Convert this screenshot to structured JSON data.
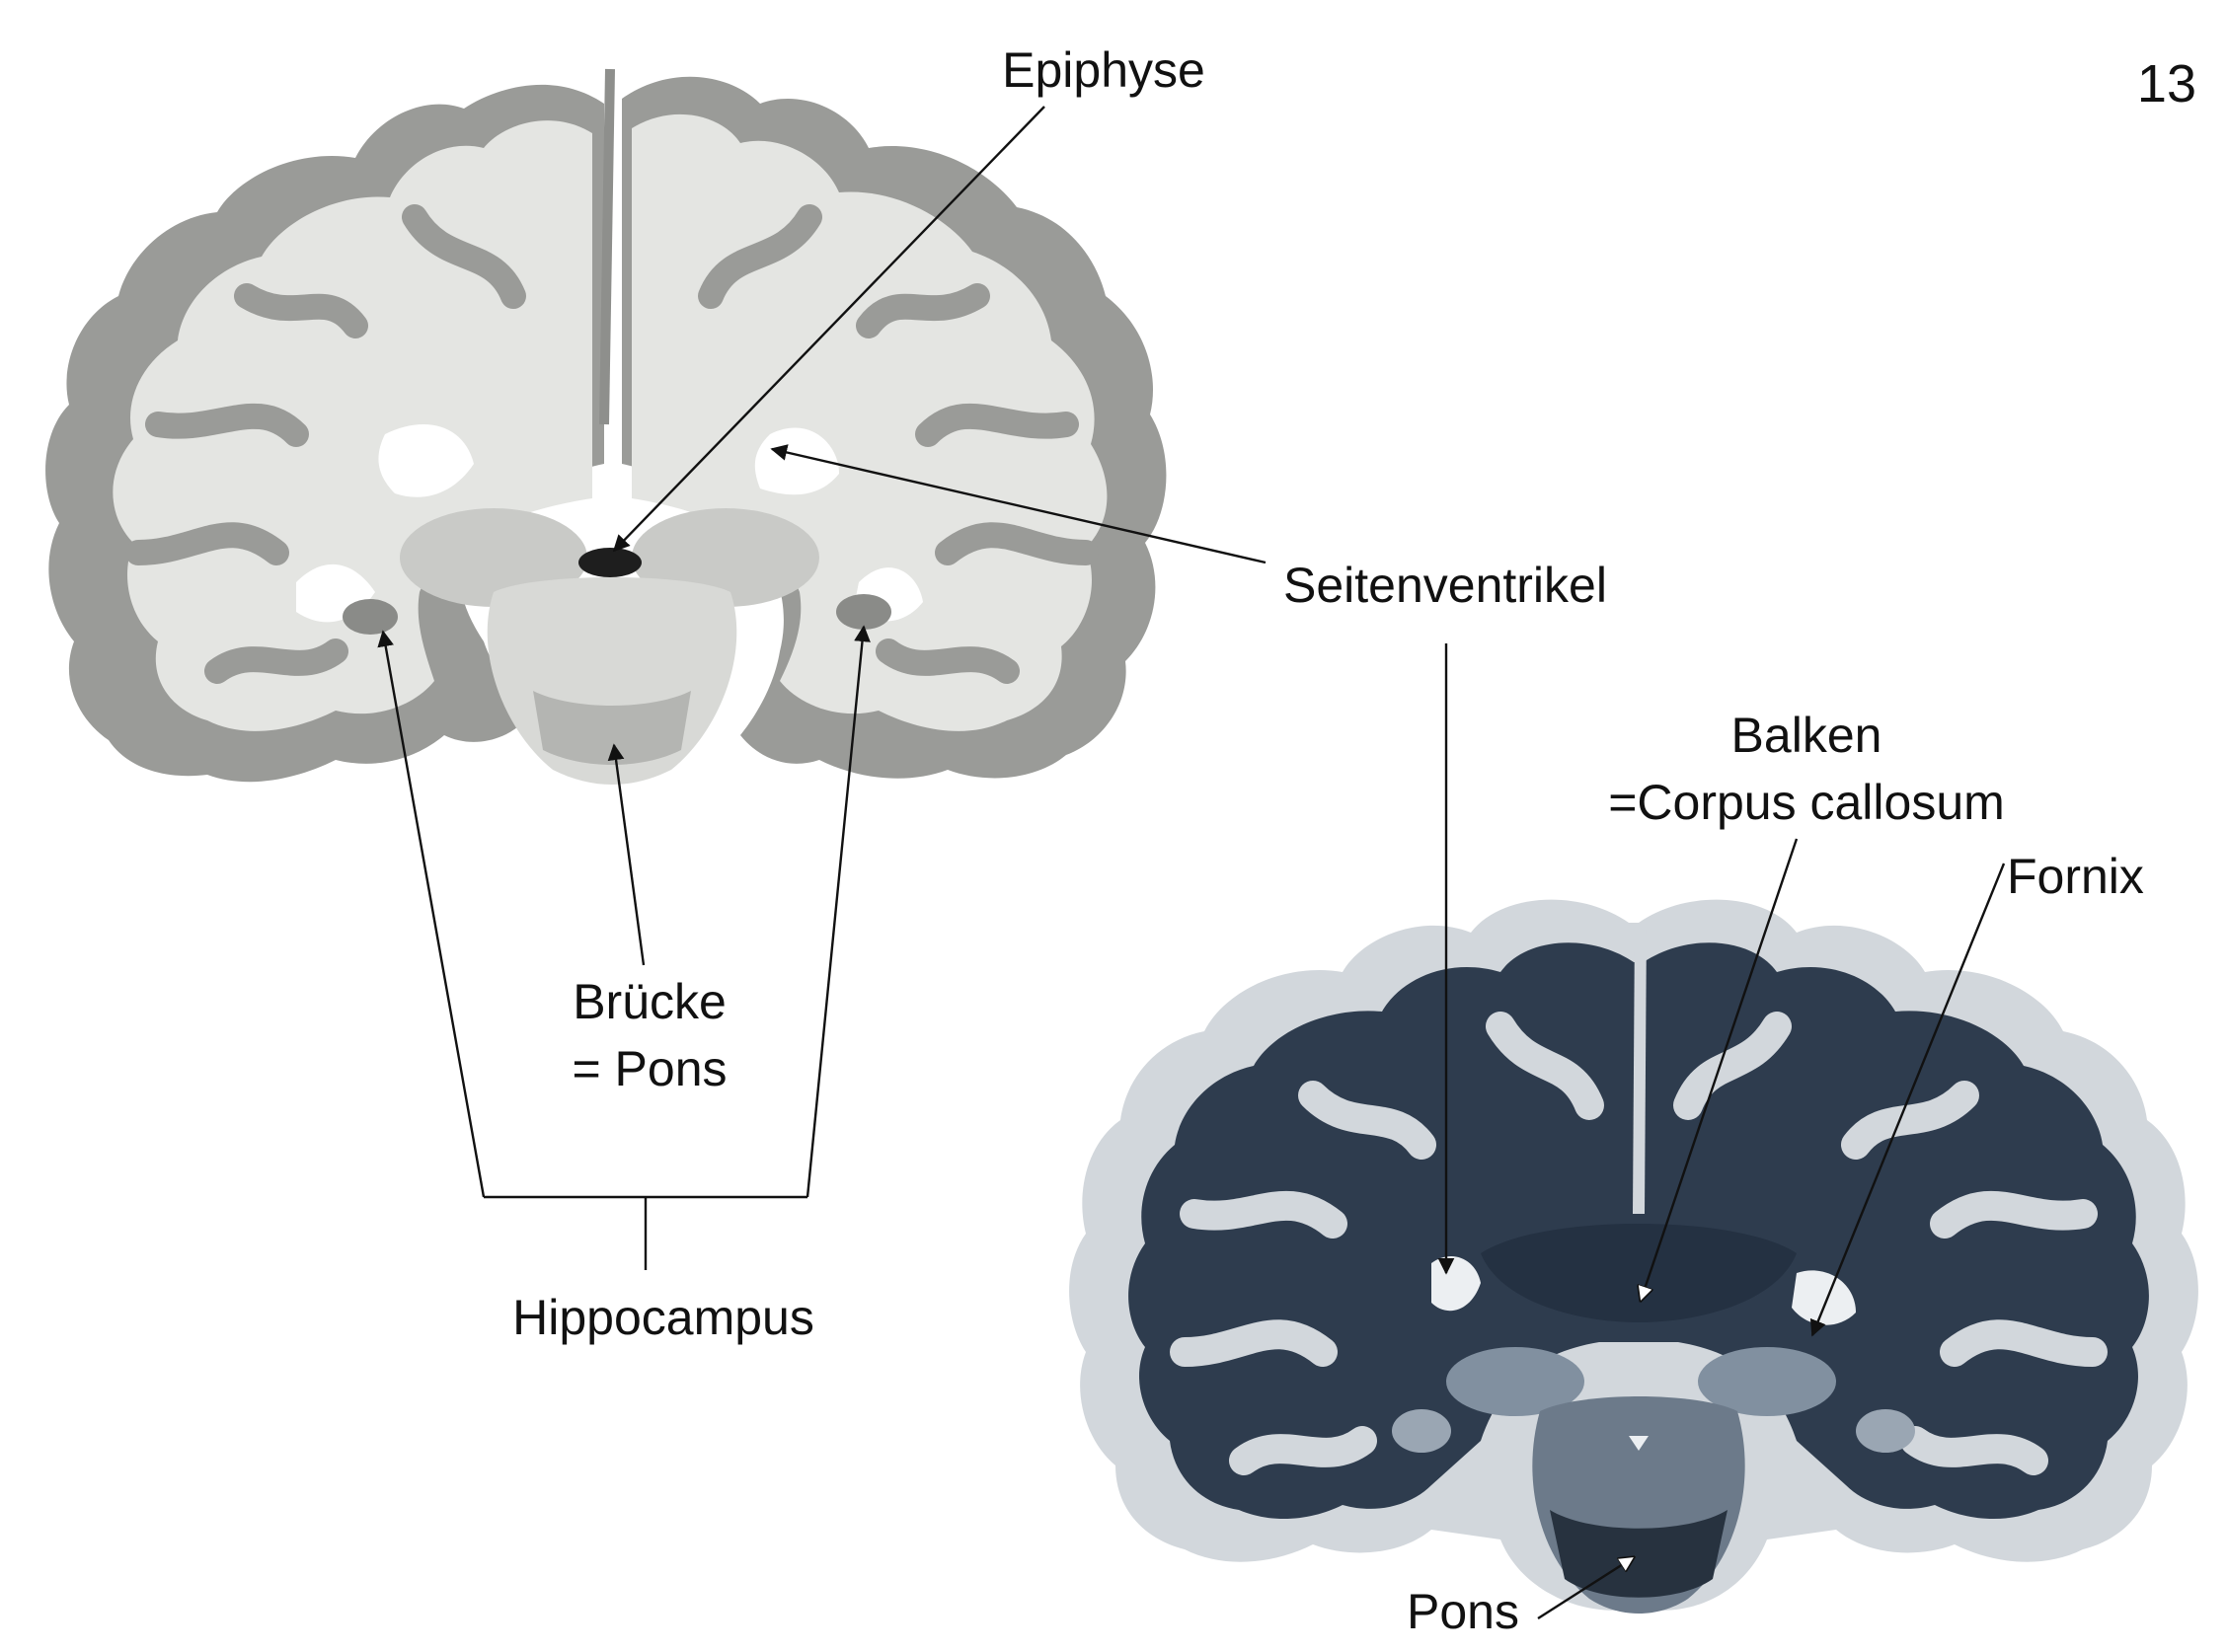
{
  "page": {
    "number": "13"
  },
  "labels": {
    "epiphyse": "Epiphyse",
    "seitenventrikel": "Seitenventrikel",
    "balken_line1": "Balken",
    "balken_line2": "=Corpus callosum",
    "fornix": "Fornix",
    "bruecke_line1": "Brücke",
    "bruecke_line2": "= Pons",
    "hippocampus": "Hippocampus",
    "pons": "Pons"
  },
  "colors": {
    "top_white_matter": "#e4e5e2",
    "top_gray_matter": "#9a9b98",
    "bottom_white_matter": "#2e3c4e",
    "bottom_gray_matter": "#d2d7dc",
    "leader_lines": "#111111"
  }
}
